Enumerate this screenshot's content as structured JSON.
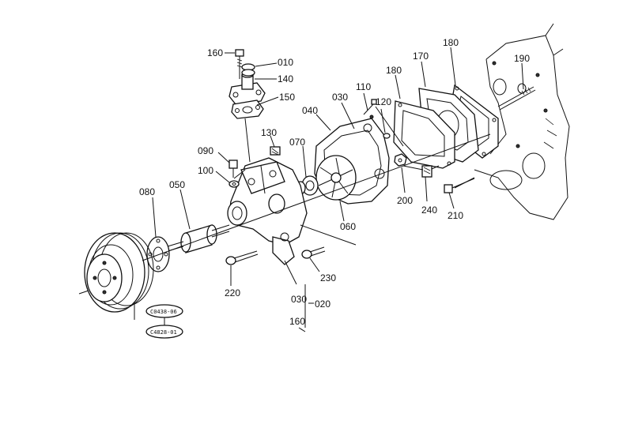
{
  "labels": {
    "p160_top": "160",
    "p010": "010",
    "p140": "140",
    "p150": "150",
    "p110": "110",
    "p030_top": "030",
    "p040": "040",
    "p120": "120",
    "p180_left": "180",
    "p170": "170",
    "p180_right": "180",
    "p190": "190",
    "p130": "130",
    "p070": "070",
    "p090": "090",
    "p100": "100",
    "p080": "080",
    "p050": "050",
    "p060": "060",
    "p200": "200",
    "p240": "240",
    "p210": "210",
    "p220": "220",
    "p230": "230",
    "p030_bottom": "030",
    "p020": "020",
    "p160_bottom": "160"
  },
  "tags": {
    "tag1": "C0438-06",
    "tag2": "C4828-01"
  }
}
